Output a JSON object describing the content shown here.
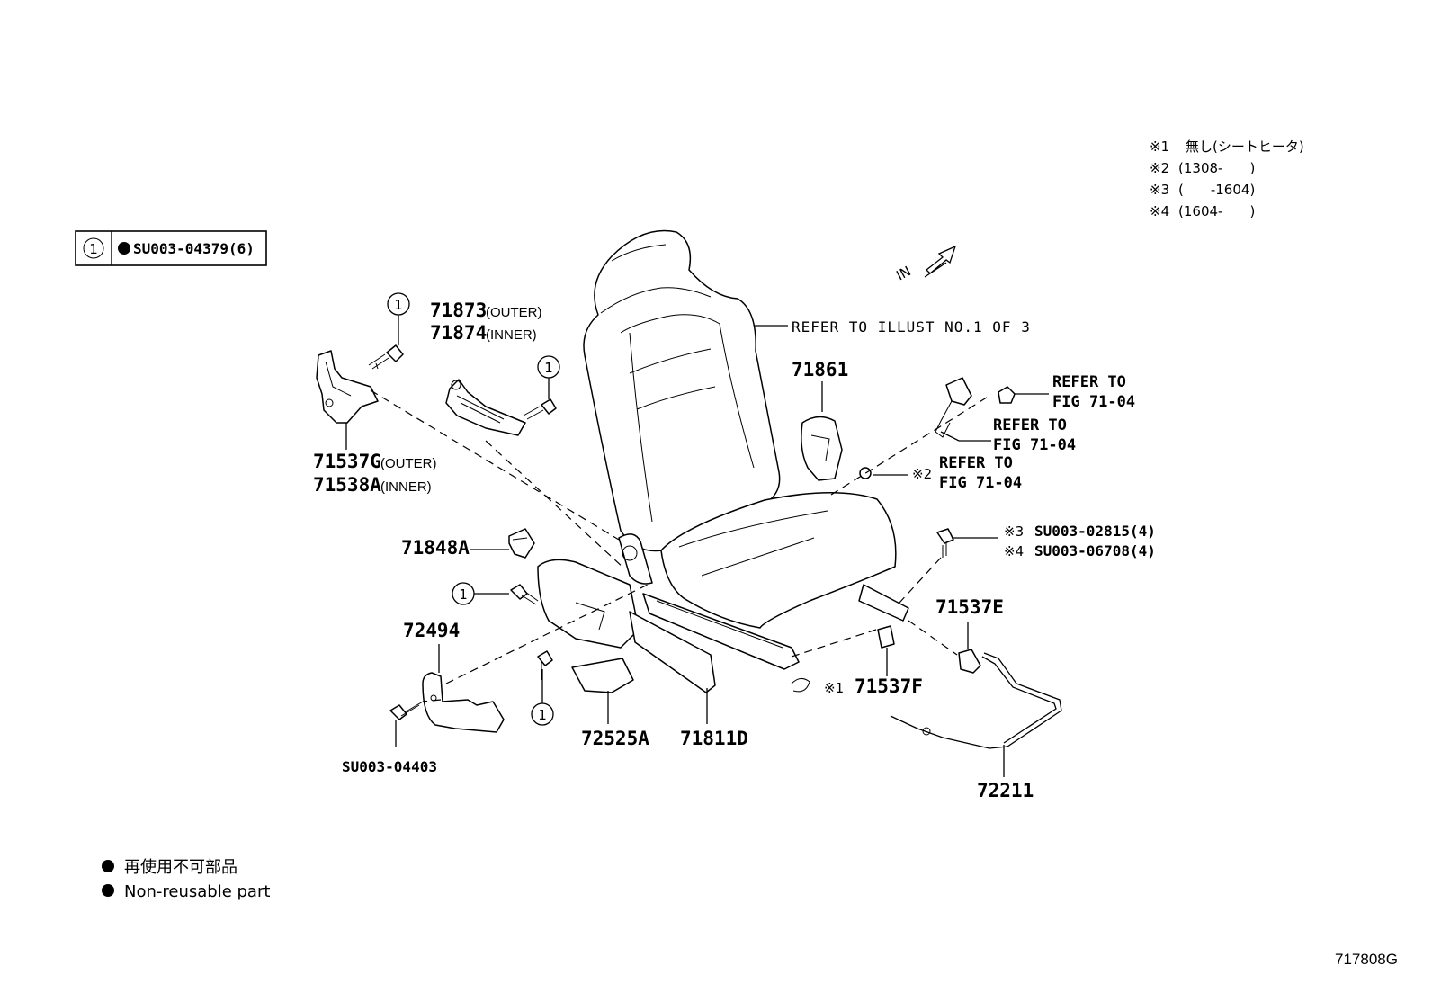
{
  "notes": [
    {
      "mark": "※1",
      "text": "無し(シートヒータ)"
    },
    {
      "mark": "※2",
      "text": "(1308-　　)"
    },
    {
      "mark": "※3",
      "text": "(　　-1604)"
    },
    {
      "mark": "※4",
      "text": "(1604-　　)"
    }
  ],
  "key_box": {
    "index": "1",
    "part": "SU003-04379(6)"
  },
  "direction": {
    "label": "IN"
  },
  "callouts": {
    "p71873": {
      "number": "71873",
      "tag": "(OUTER)"
    },
    "p71874": {
      "number": "71874",
      "tag": "(INNER)"
    },
    "p71537G": {
      "number": "71537G",
      "tag": "(OUTER)"
    },
    "p71538A": {
      "number": "71538A",
      "tag": "(INNER)"
    },
    "p71848A": {
      "number": "71848A"
    },
    "p72494": {
      "number": "72494"
    },
    "p72525A": {
      "number": "72525A"
    },
    "p71811D": {
      "number": "71811D"
    },
    "p71861": {
      "number": "71861"
    },
    "p71537E": {
      "number": "71537E"
    },
    "p71537F": {
      "mark": "※1",
      "number": "71537F"
    },
    "p72211": {
      "number": "72211"
    },
    "bolt_a": {
      "mark": "※3",
      "number": "SU003-02815(4)"
    },
    "bolt_b": {
      "mark": "※4",
      "number": "SU003-06708(4)"
    },
    "screw_bottom": {
      "number": "SU003-04403"
    },
    "seat_ref": {
      "text": "REFER TO ILLUST NO.1 OF 3"
    },
    "ref1": {
      "line1": "REFER TO",
      "line2": "FIG 71-04"
    },
    "ref2": {
      "line1": "REFER TO",
      "line2": "FIG 71-04"
    },
    "ref3": {
      "mark": "※2",
      "line1": "REFER TO",
      "line2": "FIG 71-04"
    }
  },
  "circle_label": "1",
  "legend": {
    "line1": "再使用不可部品",
    "line2": "Non-reusable part"
  },
  "figure_id": "717808G"
}
